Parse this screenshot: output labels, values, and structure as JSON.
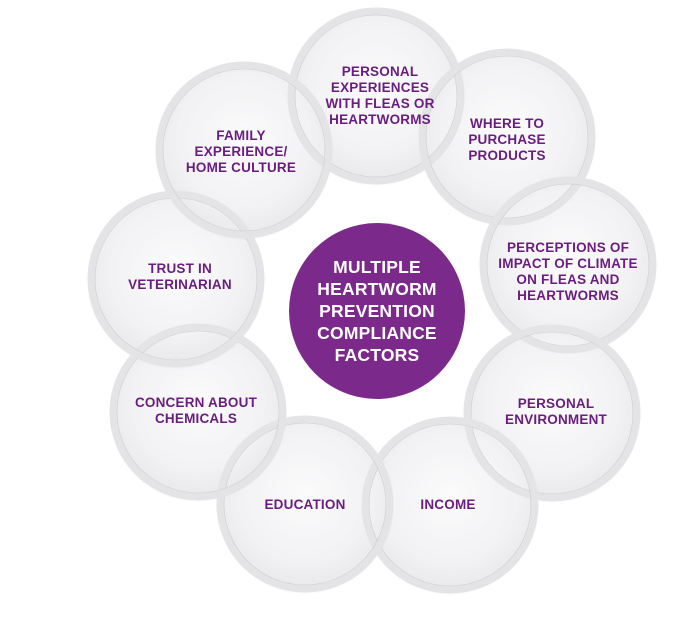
{
  "colors": {
    "center_fill": "#7b2a8c",
    "label_text": "#6a1d7e",
    "ring_stroke": "#e4e4e6",
    "bubble_fill": "#f4f4f6"
  },
  "center": {
    "lines": [
      "MULTIPLE",
      "HEARTWORM",
      "PREVENTION",
      "COMPLIANCE",
      "FACTORS"
    ]
  },
  "factors": [
    {
      "id": "personal-experiences",
      "lines": [
        "PERSONAL",
        "EXPERIENCES",
        "WITH FLEAS OR",
        "HEARTWORMS"
      ]
    },
    {
      "id": "where-to-purchase",
      "lines": [
        "WHERE TO",
        "PURCHASE",
        "PRODUCTS"
      ]
    },
    {
      "id": "perceptions-of-climate",
      "lines": [
        "PERCEPTIONS OF",
        "IMPACT OF CLIMATE",
        "ON FLEAS AND",
        "HEARTWORMS"
      ]
    },
    {
      "id": "personal-environment",
      "lines": [
        "PERSONAL",
        "ENVIRONMENT"
      ]
    },
    {
      "id": "income",
      "lines": [
        "INCOME"
      ]
    },
    {
      "id": "education",
      "lines": [
        "EDUCATION"
      ]
    },
    {
      "id": "concern-about-chemicals",
      "lines": [
        "CONCERN ABOUT",
        "CHEMICALS"
      ]
    },
    {
      "id": "trust-in-veterinarian",
      "lines": [
        "TRUST IN",
        "VETERINARIAN"
      ]
    },
    {
      "id": "family-experience",
      "lines": [
        "FAMILY",
        "EXPERIENCE/",
        "HOME CULTURE"
      ]
    }
  ]
}
